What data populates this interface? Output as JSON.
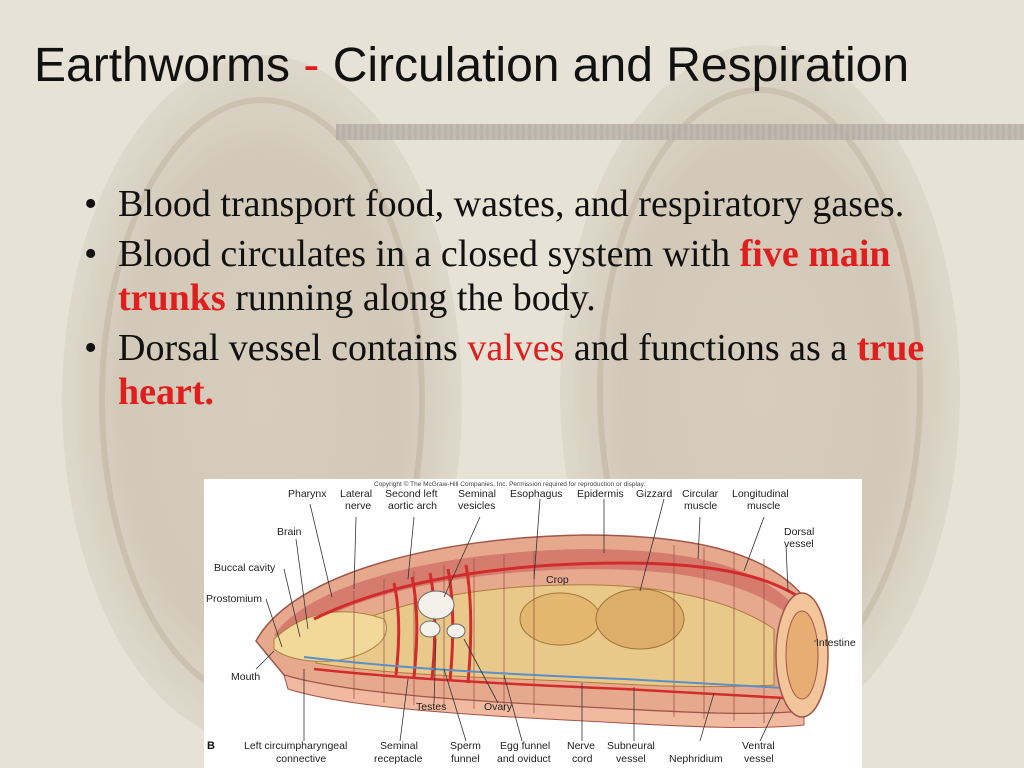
{
  "slide": {
    "title_part1": "Earthworms ",
    "title_dash": "-",
    "title_part2": " Circulation and Respiration",
    "bullet_glyph": "•",
    "bullets": [
      {
        "text": "Blood transport food, wastes, and respiratory gases."
      },
      {
        "pre": "Blood circulates in a closed system with ",
        "highlight": "five main trunks",
        "post": " running along the body."
      },
      {
        "pre": "Dorsal vessel contains ",
        "highlight": "valves",
        "mid": " and functions as a ",
        "highlight2": "true heart."
      }
    ]
  },
  "figure": {
    "copyright": "Copyright © The McGraw-Hill Companies, Inc. Permission required for reproduction or display.",
    "panel": "B",
    "labels": {
      "pharynx": "Pharynx",
      "lateral": "Lateral",
      "nerve": "nerve",
      "second_left": "Second left",
      "aortic_arch": "aortic arch",
      "seminal": "Seminal",
      "vesicles": "vesicles",
      "esophagus": "Esophagus",
      "epidermis": "Epidermis",
      "gizzard": "Gizzard",
      "circular": "Circular",
      "muscle": "muscle",
      "longitudinal": "Longitudinal",
      "muscle2": "muscle",
      "brain": "Brain",
      "dorsal": "Dorsal",
      "vessel": "vessel",
      "buccal_cavity": "Buccal cavity",
      "crop": "Crop",
      "prostomium": "Prostomium",
      "intestine": "Intestine",
      "mouth": "Mouth",
      "testes": "Testes",
      "ovary": "Ovary",
      "left_circ": "Left circumpharyngeal",
      "connective": "connective",
      "seminal2": "Seminal",
      "receptacle": "receptacle",
      "sperm": "Sperm",
      "funnel": "funnel",
      "egg_funnel": "Egg funnel",
      "and_oviduct": "and oviduct",
      "nerve2": "Nerve",
      "cord": "cord",
      "subneural": "Subneural",
      "vessel2": "vessel",
      "nephridium": "Nephridium",
      "ventral": "Ventral",
      "vessel3": "vessel"
    }
  },
  "colors": {
    "accent_red": "#e01e1e",
    "background": "#e6e2d6"
  }
}
